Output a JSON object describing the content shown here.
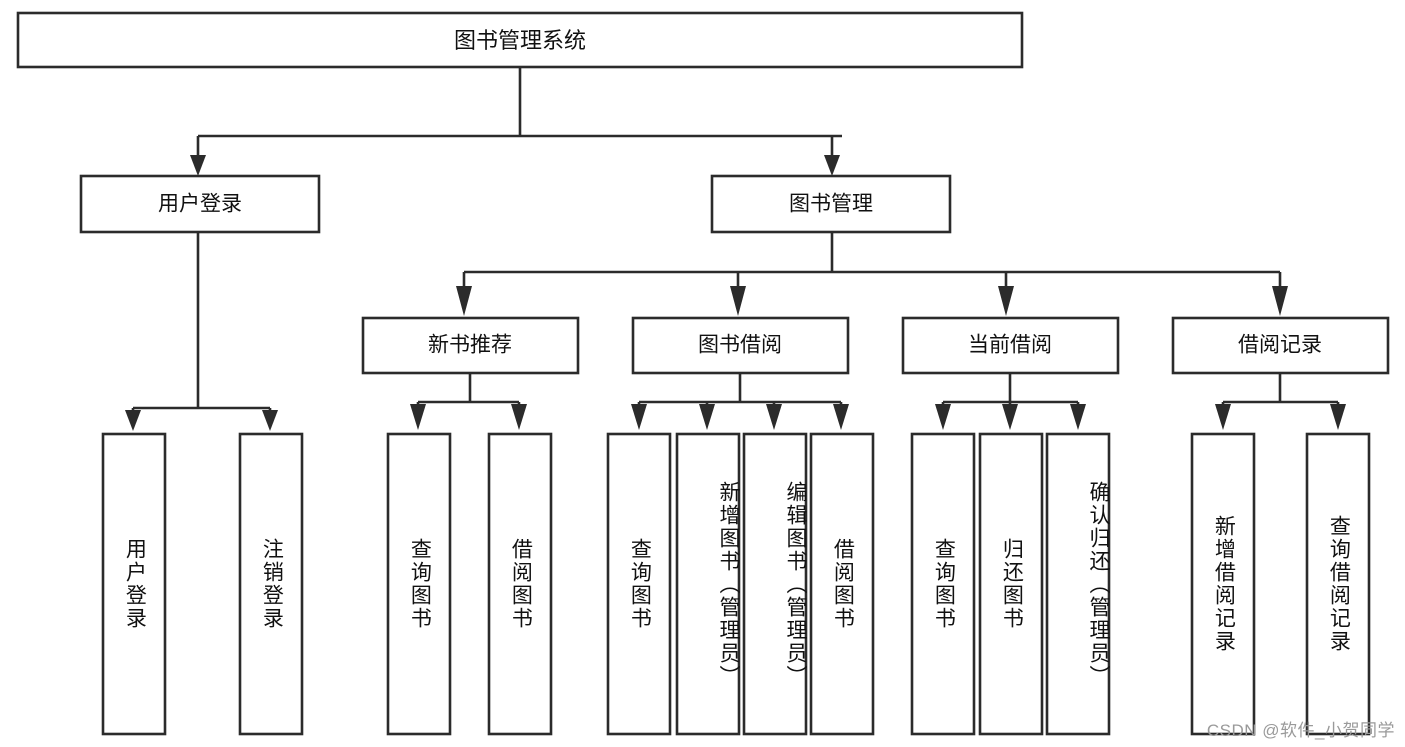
{
  "diagram": {
    "title": "图书管理系统",
    "type": "tree",
    "orientation": "top-down",
    "watermark": "CSDN @软件_小贺同学",
    "colors": {
      "box_stroke": "#2b2b2b",
      "box_fill": "#ffffff",
      "connector": "#2b2b2b",
      "text": "#111111",
      "watermark": "#9a9a9a",
      "background": "#ffffff"
    },
    "root": {
      "label": "图书管理系统"
    },
    "level2": [
      {
        "label": "用户登录"
      },
      {
        "label": "图书管理"
      }
    ],
    "level3": [
      {
        "label": "新书推荐"
      },
      {
        "label": "图书借阅"
      },
      {
        "label": "当前借阅"
      },
      {
        "label": "借阅记录"
      }
    ],
    "leaves": {
      "user_login": [
        {
          "label": "用户登录"
        },
        {
          "label": "注销登录"
        }
      ],
      "new_book_recommend": [
        {
          "label": "查询图书"
        },
        {
          "label": "借阅图书"
        }
      ],
      "book_borrow": [
        {
          "label": "查询图书"
        },
        {
          "label": "新增图书（管理员）"
        },
        {
          "label": "编辑图书（管理员）"
        },
        {
          "label": "借阅图书"
        }
      ],
      "current_borrow": [
        {
          "label": "查询图书"
        },
        {
          "label": "归还图书"
        },
        {
          "label": "确认归还（管理员）"
        }
      ],
      "borrow_record": [
        {
          "label": "新增借阅记录"
        },
        {
          "label": "查询借阅记录"
        }
      ]
    }
  },
  "chart_data": {
    "type": "table",
    "title": "图书管理系统",
    "nodes": [
      {
        "id": "root",
        "label": "图书管理系统",
        "level": 1,
        "parent": null
      },
      {
        "id": "n-user-login",
        "label": "用户登录",
        "level": 2,
        "parent": "root"
      },
      {
        "id": "n-book-manage",
        "label": "图书管理",
        "level": 2,
        "parent": "root"
      },
      {
        "id": "n-new-book",
        "label": "新书推荐",
        "level": 3,
        "parent": "n-book-manage"
      },
      {
        "id": "n-book-borrow",
        "label": "图书借阅",
        "level": 3,
        "parent": "n-book-manage"
      },
      {
        "id": "n-current-borrow",
        "label": "当前借阅",
        "level": 3,
        "parent": "n-book-manage"
      },
      {
        "id": "n-borrow-record",
        "label": "借阅记录",
        "level": 3,
        "parent": "n-book-manage"
      },
      {
        "id": "l-user-login",
        "label": "用户登录",
        "level": 4,
        "parent": "n-user-login"
      },
      {
        "id": "l-user-logout",
        "label": "注销登录",
        "level": 4,
        "parent": "n-user-login"
      },
      {
        "id": "l-nb-query",
        "label": "查询图书",
        "level": 4,
        "parent": "n-new-book"
      },
      {
        "id": "l-nb-borrow",
        "label": "借阅图书",
        "level": 4,
        "parent": "n-new-book"
      },
      {
        "id": "l-bb-query",
        "label": "查询图书",
        "level": 4,
        "parent": "n-book-borrow"
      },
      {
        "id": "l-bb-add",
        "label": "新增图书（管理员）",
        "level": 4,
        "parent": "n-book-borrow"
      },
      {
        "id": "l-bb-edit",
        "label": "编辑图书（管理员）",
        "level": 4,
        "parent": "n-book-borrow"
      },
      {
        "id": "l-bb-borrow",
        "label": "借阅图书",
        "level": 4,
        "parent": "n-book-borrow"
      },
      {
        "id": "l-cb-query",
        "label": "查询图书",
        "level": 4,
        "parent": "n-current-borrow"
      },
      {
        "id": "l-cb-return",
        "label": "归还图书",
        "level": 4,
        "parent": "n-current-borrow"
      },
      {
        "id": "l-cb-confirm",
        "label": "确认归还（管理员）",
        "level": 4,
        "parent": "n-current-borrow"
      },
      {
        "id": "l-br-add",
        "label": "新增借阅记录",
        "level": 4,
        "parent": "n-borrow-record"
      },
      {
        "id": "l-br-query",
        "label": "查询借阅记录",
        "level": 4,
        "parent": "n-borrow-record"
      }
    ]
  }
}
